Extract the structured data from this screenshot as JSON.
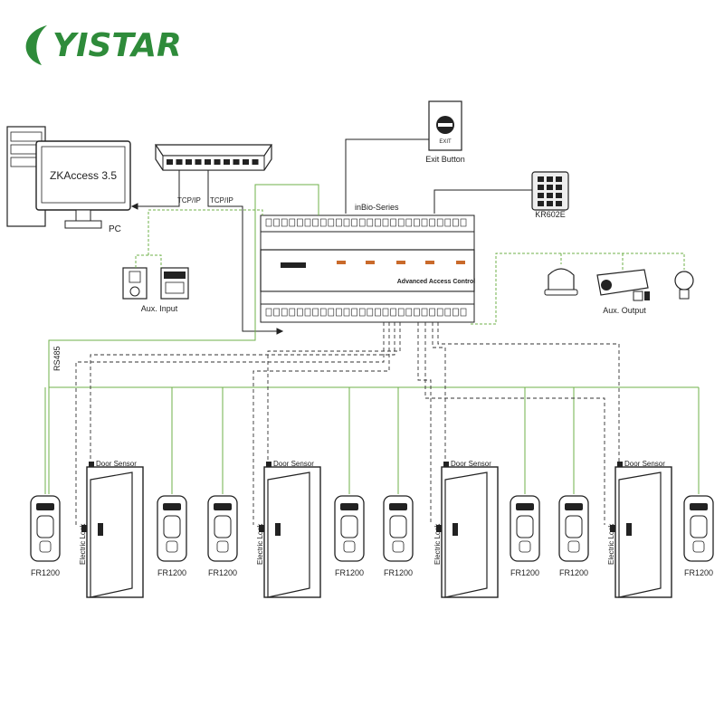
{
  "brand": {
    "logo_text": "YISTAR",
    "color": "#2e8b3a"
  },
  "colors": {
    "green_wire": "#6fb04a",
    "dashed_wire": "#333333",
    "line": "#222222"
  },
  "pc": {
    "software": "ZKAccess 3.5",
    "label": "PC"
  },
  "network": {
    "tcpip_1": "TCP/IP",
    "tcpip_2": "TCP/IP"
  },
  "exit_button": {
    "label": "Exit Button",
    "icon_text": "EXIT"
  },
  "keypad": {
    "label": "KR602E"
  },
  "controller": {
    "series_label": "inBio-Series",
    "panel_text": "Advanced Access Control"
  },
  "aux_input": {
    "label": "Aux. Input"
  },
  "aux_output": {
    "label": "Aux. Output"
  },
  "rs485": {
    "label": "RS485"
  },
  "doors": [
    {
      "sensor_label": "Door Sensor",
      "lock_label": "Electric Lock"
    },
    {
      "sensor_label": "Door Sensor",
      "lock_label": "Electric Lock"
    },
    {
      "sensor_label": "Door Sensor",
      "lock_label": "Electric Lock"
    },
    {
      "sensor_label": "Door Sensor",
      "lock_label": "Electric Lock"
    }
  ],
  "readers": [
    "FR1200",
    "FR1200",
    "FR1200",
    "FR1200",
    "FR1200",
    "FR1200",
    "FR1200",
    "FR1200"
  ]
}
